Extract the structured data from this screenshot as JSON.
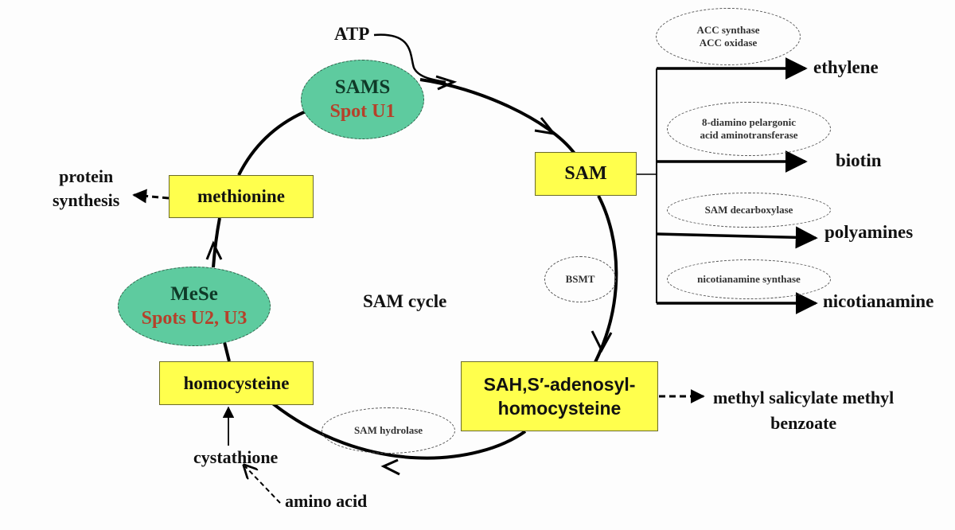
{
  "diagram": {
    "center_label": "SAM cycle",
    "inputs": {
      "atp": "ATP"
    },
    "cycle_nodes": {
      "sam": "SAM",
      "sah_line1": "SAH,S′-adenosyl-",
      "sah_line2": "homocysteine",
      "homocysteine": "homocysteine",
      "methionine": "methionine"
    },
    "highlighted_enzymes": {
      "sams": {
        "name": "SAMS",
        "spot": "Spot U1"
      },
      "mese": {
        "name": "MeSe",
        "spot": "Spots U2, U3"
      }
    },
    "enzymes": {
      "acc_line1": "ACC synthase",
      "acc_line2": "ACC oxidase",
      "dapa_line1": "8-diamino pelargonic",
      "dapa_line2": "acid aminotransferase",
      "sam_decarboxylase": "SAM decarboxylase",
      "nicotianamine_synthase": "nicotianamine synthase",
      "bsmt": "BSMT",
      "sam_hydrolase": "SAM hydrolase"
    },
    "products": {
      "ethylene": "ethylene",
      "biotin": "biotin",
      "polyamines": "polyamines",
      "nicotianamine": "nicotianamine",
      "methyl_line1": "methyl salicylate methyl",
      "methyl_line2": "benzoate",
      "protein_line1": "protein",
      "protein_line2": "synthesis",
      "cystathione": "cystathione",
      "amino_acid": "amino acid"
    },
    "colors": {
      "node_fill": "#ffff4d",
      "enzyme_highlight_fill": "#5ecb9f",
      "spot_text": "#b5412a"
    }
  }
}
